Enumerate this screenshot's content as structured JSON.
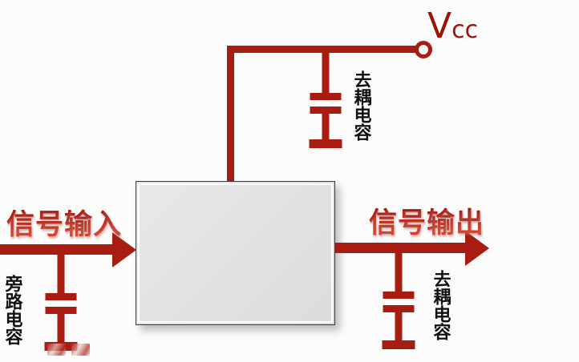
{
  "diagram": {
    "title_semantic": "ic-power-and-signal-decoupling-circuit",
    "background_color": "#fdfcfc",
    "wire_color": "#a81c12",
    "label_color": "#111111"
  },
  "labels": {
    "vcc": "V",
    "vcc_subscript": "cc",
    "signal_input": "信号输入",
    "signal_output": "信号输出",
    "bypass_cap": "旁路电容",
    "decoupling_cap_top": "去耦电容",
    "decoupling_cap_output": "去耦电容"
  },
  "components": {
    "ic_block": {
      "name": "integrated-circuit-block",
      "fill": "#e4e4e4",
      "border": "#3a3a3a"
    },
    "vcc_terminal": {
      "name": "vcc-terminal-node",
      "shape": "hollow-circle",
      "ring_color": "#a81c12"
    },
    "capacitors": [
      {
        "id": "top-decoupling",
        "label": "去耦电容",
        "position": "vcc-rail"
      },
      {
        "id": "input-bypass",
        "label": "旁路电容",
        "position": "signal-input-rail"
      },
      {
        "id": "output-decoupling",
        "label": "去耦电容",
        "position": "signal-output-rail"
      }
    ],
    "arrows": [
      {
        "id": "input-arrow",
        "direction": "right",
        "color": "#a81c12"
      },
      {
        "id": "output-arrow",
        "direction": "right",
        "color": "#a81c12"
      }
    ]
  }
}
